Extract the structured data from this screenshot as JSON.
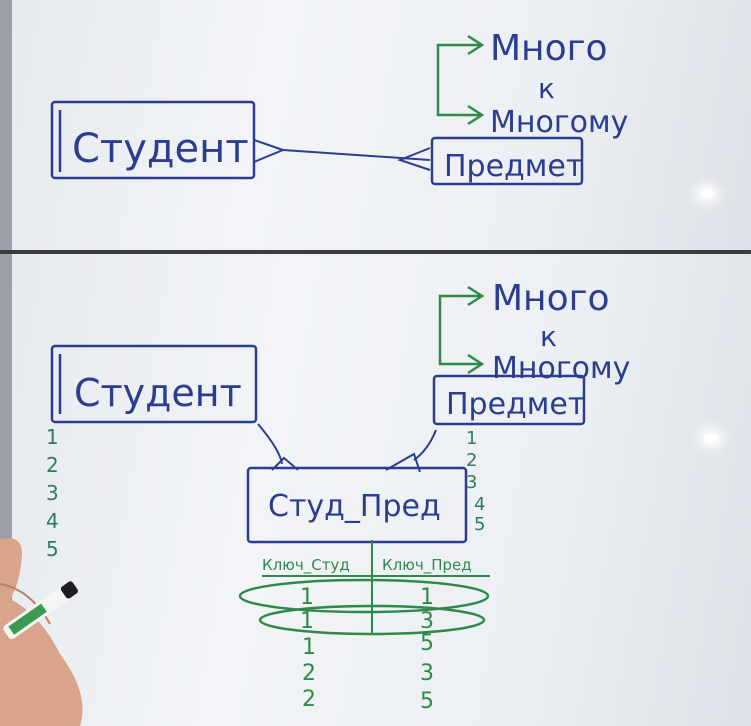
{
  "board_top": {
    "entity_left": "Студент",
    "entity_right": "Предмет",
    "relation_line1": "Много",
    "relation_line2": "к",
    "relation_line3": "Многому"
  },
  "board_bottom": {
    "entity_left": "Студент",
    "entity_right": "Предмет",
    "junction_entity": "Студ_Пред",
    "relation_line1": "Много",
    "relation_line2": "к",
    "relation_line3": "Многому",
    "student_ids": [
      "1",
      "2",
      "3",
      "4",
      "5"
    ],
    "subject_ids": [
      "1",
      "2",
      "3",
      "4",
      "5"
    ],
    "junction_table": {
      "headers": [
        "Ключ_Студ",
        "Ключ_Пред"
      ],
      "rows": [
        [
          "1",
          "1"
        ],
        [
          "1",
          "3"
        ],
        [
          "1",
          "5"
        ],
        [
          "2",
          "3"
        ],
        [
          "2",
          "5"
        ]
      ]
    }
  },
  "colors": {
    "ink_blue": "#2b3d8f",
    "ink_teal": "#2f7c5c",
    "ink_green": "#2f8a4a",
    "board": "#eceff3"
  }
}
